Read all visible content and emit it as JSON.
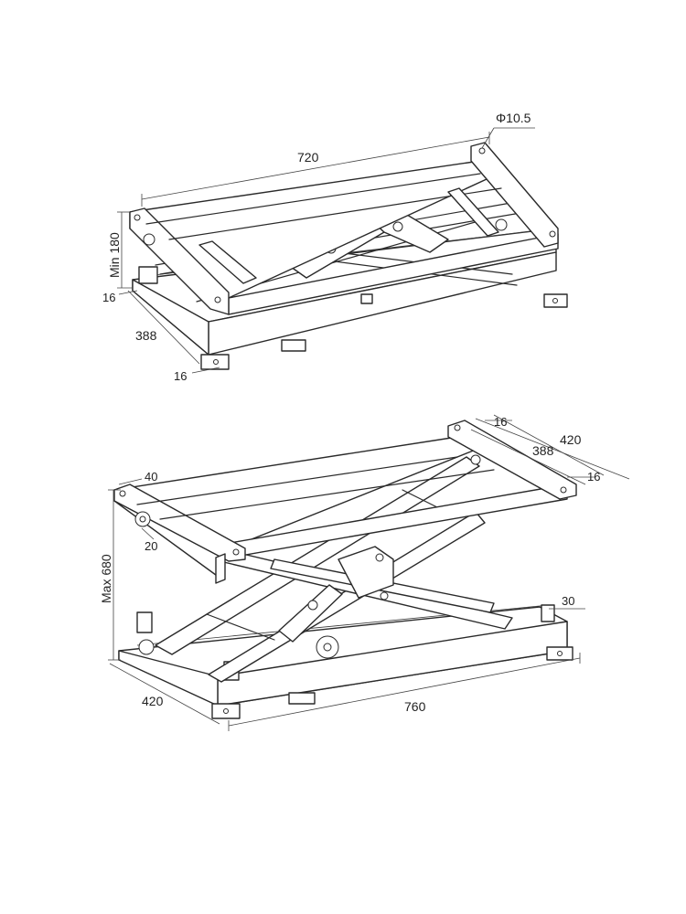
{
  "top_view": {
    "length_label": "720",
    "hole_label": "Φ10.5",
    "min_height_label": "Min 180",
    "width_label": "388",
    "thickness_top_label": "16",
    "thickness_bottom_label": "16"
  },
  "bottom_view": {
    "max_height_label": "Max 680",
    "length_label": "760",
    "width_label": "420",
    "top_width_outer_label": "420",
    "top_width_inner_label": "388",
    "top_thickness_upper_label": "16",
    "top_thickness_lower_label": "16",
    "beam_label": "40",
    "roller_label": "20",
    "post_label": "30"
  }
}
